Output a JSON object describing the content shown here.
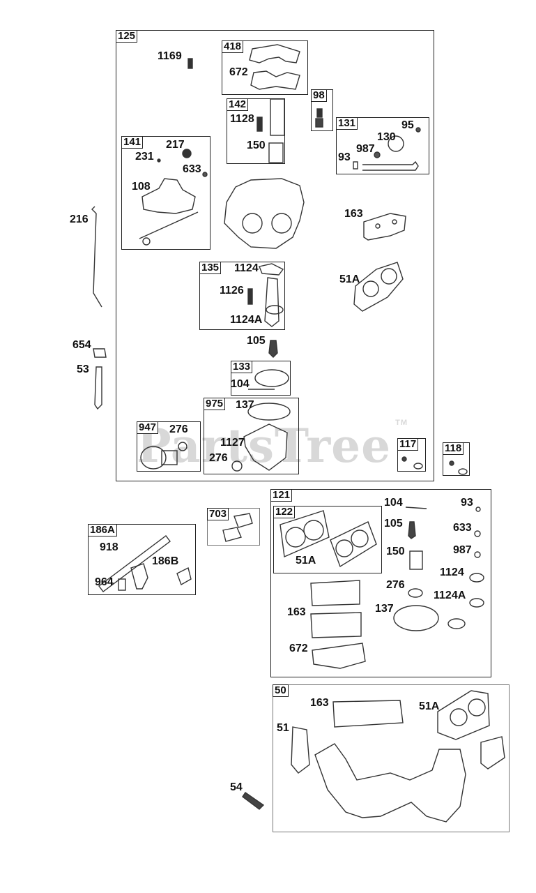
{
  "watermark": {
    "text": "PartsTree",
    "tm": "TM"
  },
  "groups": {
    "g125": "125",
    "g418": "418",
    "g98": "98",
    "g142": "142",
    "g131": "131",
    "g141": "141",
    "g135": "135",
    "g133": "133",
    "g975": "975",
    "g947": "947",
    "g117": "117",
    "g118": "118",
    "g121": "121",
    "g122": "122",
    "g703": "703",
    "g186A": "186A",
    "g50": "50"
  },
  "parts": {
    "p1169": "1169",
    "p672a": "672",
    "p1128": "1128",
    "p150a": "150",
    "p95": "95",
    "p130": "130",
    "p987a": "987",
    "p93a": "93",
    "p217": "217",
    "p231": "231",
    "p633a": "633",
    "p108": "108",
    "p216": "216",
    "p163a": "163",
    "p51Aa": "51A",
    "p1124a": "1124",
    "p1126": "1126",
    "p1124Aa": "1124A",
    "p105a": "105",
    "p654": "654",
    "p53": "53",
    "p104a": "104",
    "p137a": "137",
    "p276a": "276",
    "p1127": "1127",
    "p276b": "276",
    "p104b": "104",
    "p93b": "93",
    "p105b": "105",
    "p633b": "633",
    "p51Ab": "51A",
    "p987b": "987",
    "p150b": "150",
    "p1124b": "1124",
    "p276c": "276",
    "p1124Ab": "1124A",
    "p163b": "163",
    "p137b": "137",
    "p672b": "672",
    "p918": "918",
    "p186B": "186B",
    "p964": "964",
    "p163c": "163",
    "p51Ac": "51A",
    "p51": "51",
    "p54": "54"
  }
}
